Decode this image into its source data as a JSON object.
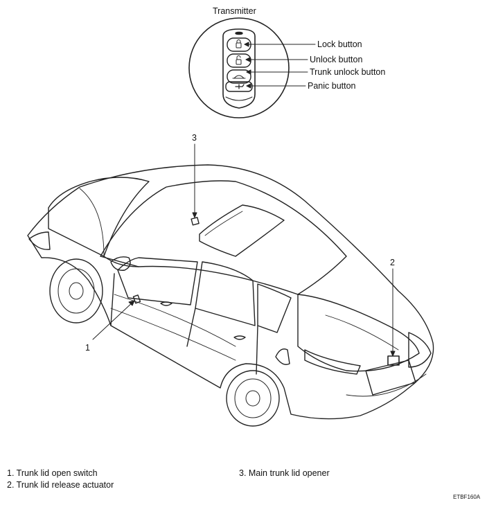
{
  "transmitter": {
    "title": "Transmitter",
    "buttons": [
      {
        "label": "Lock button"
      },
      {
        "label": "Unlock button"
      },
      {
        "label": "Trunk unlock button"
      },
      {
        "label": "Panic button"
      }
    ]
  },
  "callouts": [
    "1",
    "2",
    "3"
  ],
  "legend": {
    "items": [
      "1. Trunk lid open switch",
      "2. Trunk lid release actuator",
      "3. Main trunk lid opener"
    ]
  },
  "figure_code": "ETBF160A"
}
